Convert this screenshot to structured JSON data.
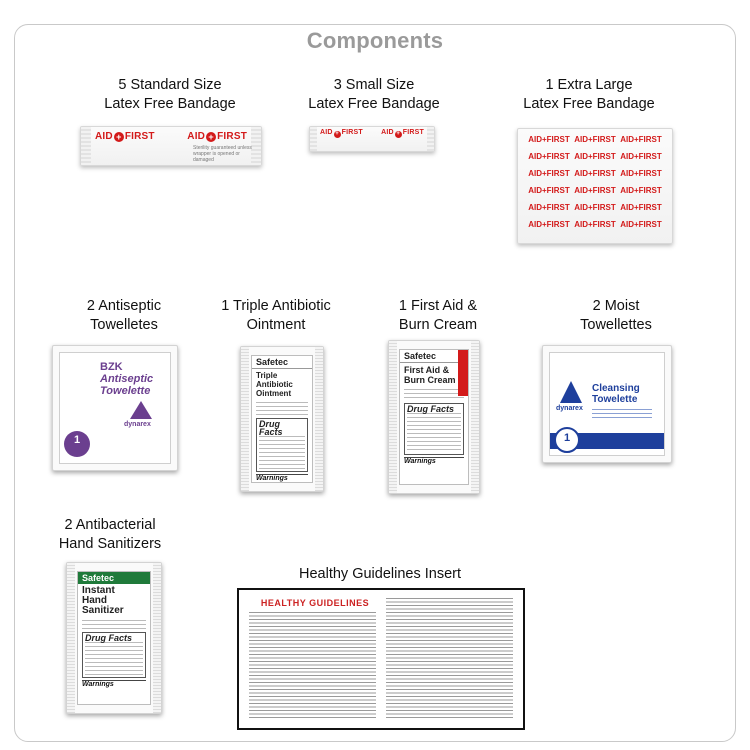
{
  "page": {
    "title": "Components"
  },
  "items": [
    {
      "caption_line1": "5 Standard Size",
      "caption_line2": "Latex Free Bandage"
    },
    {
      "caption_line1": "3 Small Size",
      "caption_line2": "Latex Free Bandage"
    },
    {
      "caption_line1": "1 Extra Large",
      "caption_line2": "Latex Free Bandage"
    },
    {
      "caption_line1": "2 Antiseptic",
      "caption_line2": "Towelletes"
    },
    {
      "caption_line1": "1 Triple Antibiotic",
      "caption_line2": "Ointment"
    },
    {
      "caption_line1": "1 First Aid &",
      "caption_line2": "Burn Cream"
    },
    {
      "caption_line1": "2 Moist",
      "caption_line2": "Towellettes"
    },
    {
      "caption_line1": "2 Antibacterial",
      "caption_line2": "Hand Sanitizers"
    },
    {
      "caption_line1": "Healthy Guidelines Insert",
      "caption_line2": ""
    }
  ],
  "products": {
    "bandage_logo": "AID",
    "bandage_logo_suffix": "FIRST",
    "bandage_fine_print": "Sterility guaranteed unless wrapper is opened or damaged",
    "antiseptic": {
      "brand": "dynarex",
      "title": "BZK",
      "subtitle": "Antiseptic",
      "subtitle2": "Towelette",
      "count": "1",
      "accent": "#6b3f8f"
    },
    "triple": {
      "brand": "Safetec",
      "title": "Triple Antibiotic",
      "title2": "Ointment",
      "facts": "Drug Facts",
      "warn": "Warnings"
    },
    "burn": {
      "brand": "Safetec",
      "title": "First Aid &",
      "title2": "Burn Cream",
      "facts": "Drug Facts",
      "warn": "Warnings"
    },
    "moist": {
      "brand": "dynarex",
      "title": "Cleansing",
      "title2": "Towelette",
      "count": "1",
      "accent": "#1e3f9c"
    },
    "sanitizer": {
      "brand": "Safetec",
      "title": "Instant",
      "title2": "Hand",
      "title3": "Sanitizer",
      "facts": "Drug Facts",
      "warn": "Warnings",
      "accent": "#1f7a3a"
    },
    "insert_title": "HEALTHY GUIDELINES"
  },
  "colors": {
    "title_gray": "#9a9a9a",
    "brand_red": "#d31a1a",
    "frame_border": "#c9c9c9"
  }
}
